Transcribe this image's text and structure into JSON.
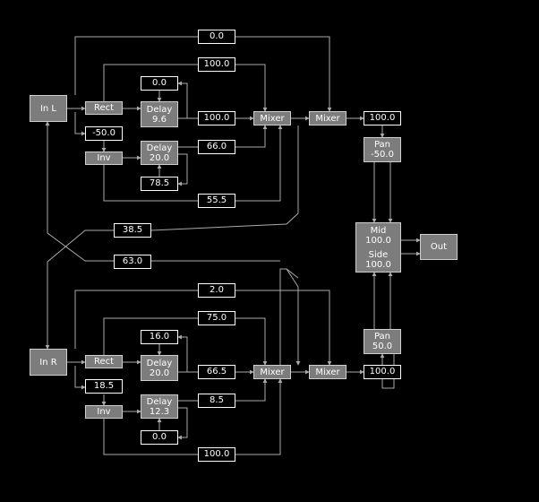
{
  "colors": {
    "background": "#000000",
    "block": "#7c7c7c",
    "block_border": "#cfcfcf",
    "wire": "#aaaaaa",
    "value_border": "#ffffff"
  },
  "left": {
    "input": "In L",
    "rect": "Rect",
    "inv": "Inv",
    "split": "-50.0",
    "delay1": {
      "label": "Delay",
      "value": "9.6"
    },
    "delay2": {
      "label": "Delay",
      "value": "20.0"
    },
    "fb1": "0.0",
    "fb2": "78.5",
    "bypass": "0.0",
    "rect_direct": "100.0",
    "delay1_level": "100.0",
    "delay2_level": "66.0",
    "inv_direct": "55.5",
    "mixer1": "Mixer",
    "mixer2": "Mixer",
    "out_level": "100.0",
    "pan": {
      "label": "Pan",
      "value": "-50.0"
    }
  },
  "cross": {
    "r_to_l": "38.5",
    "l_to_r": "63.0"
  },
  "right": {
    "input": "In R",
    "rect": "Rect",
    "inv": "Inv",
    "split": "18.5",
    "delay1": {
      "label": "Delay",
      "value": "20.0"
    },
    "delay2": {
      "label": "Delay",
      "value": "12.3"
    },
    "fb1": "16.0",
    "fb2": "0.0",
    "bypass": "2.0",
    "rect_direct": "75.0",
    "delay1_level": "66.5",
    "delay2_level": "8.5",
    "inv_direct": "100.0",
    "mixer1": "Mixer",
    "mixer2": "Mixer",
    "out_level": "100.0",
    "pan": {
      "label": "Pan",
      "value": "50.0"
    }
  },
  "midside": {
    "mid_label": "Mid",
    "mid_value": "100.0",
    "side_label": "Side",
    "side_value": "100.0"
  },
  "output": "Out"
}
